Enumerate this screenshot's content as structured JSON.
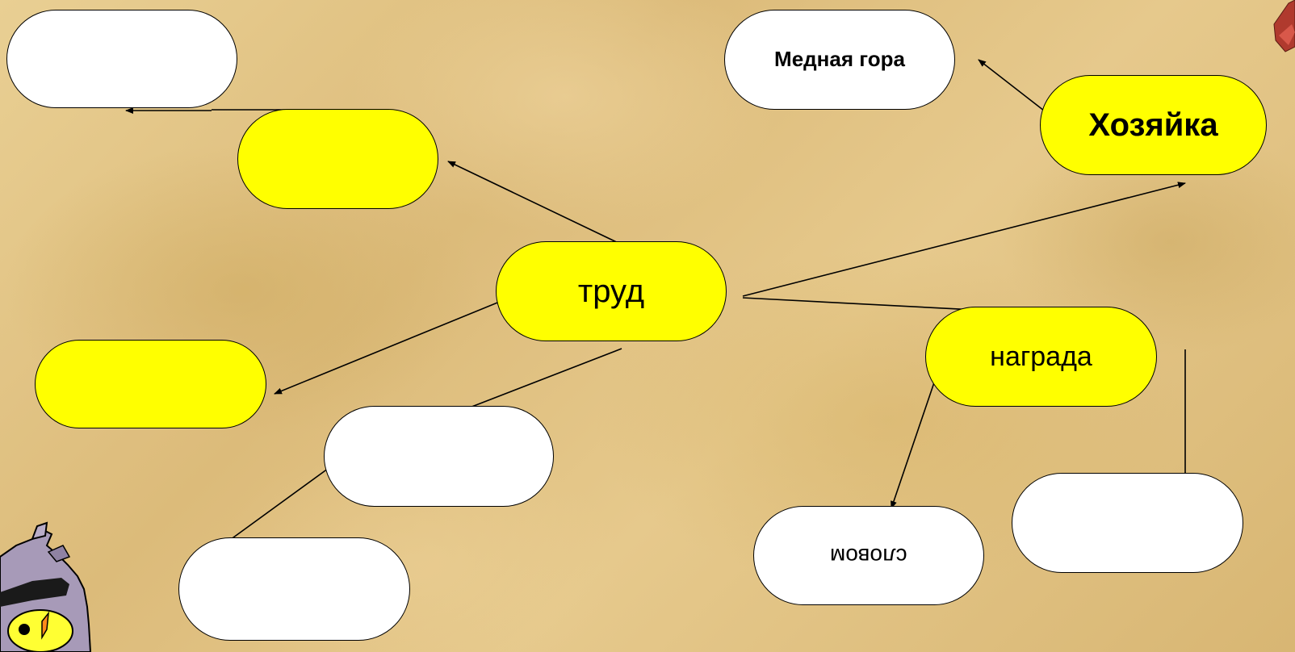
{
  "colors": {
    "highlight": "#ffff00",
    "plain": "#ffffff",
    "line": "#000000"
  },
  "nodes": {
    "trud": "труд",
    "nagrada": "награда",
    "khozyaika": "Хозяйка",
    "mednaya_gora": "Медная гора",
    "slovom": "словом"
  },
  "decorations": [
    "owl-character-icon",
    "red-figure-icon"
  ]
}
